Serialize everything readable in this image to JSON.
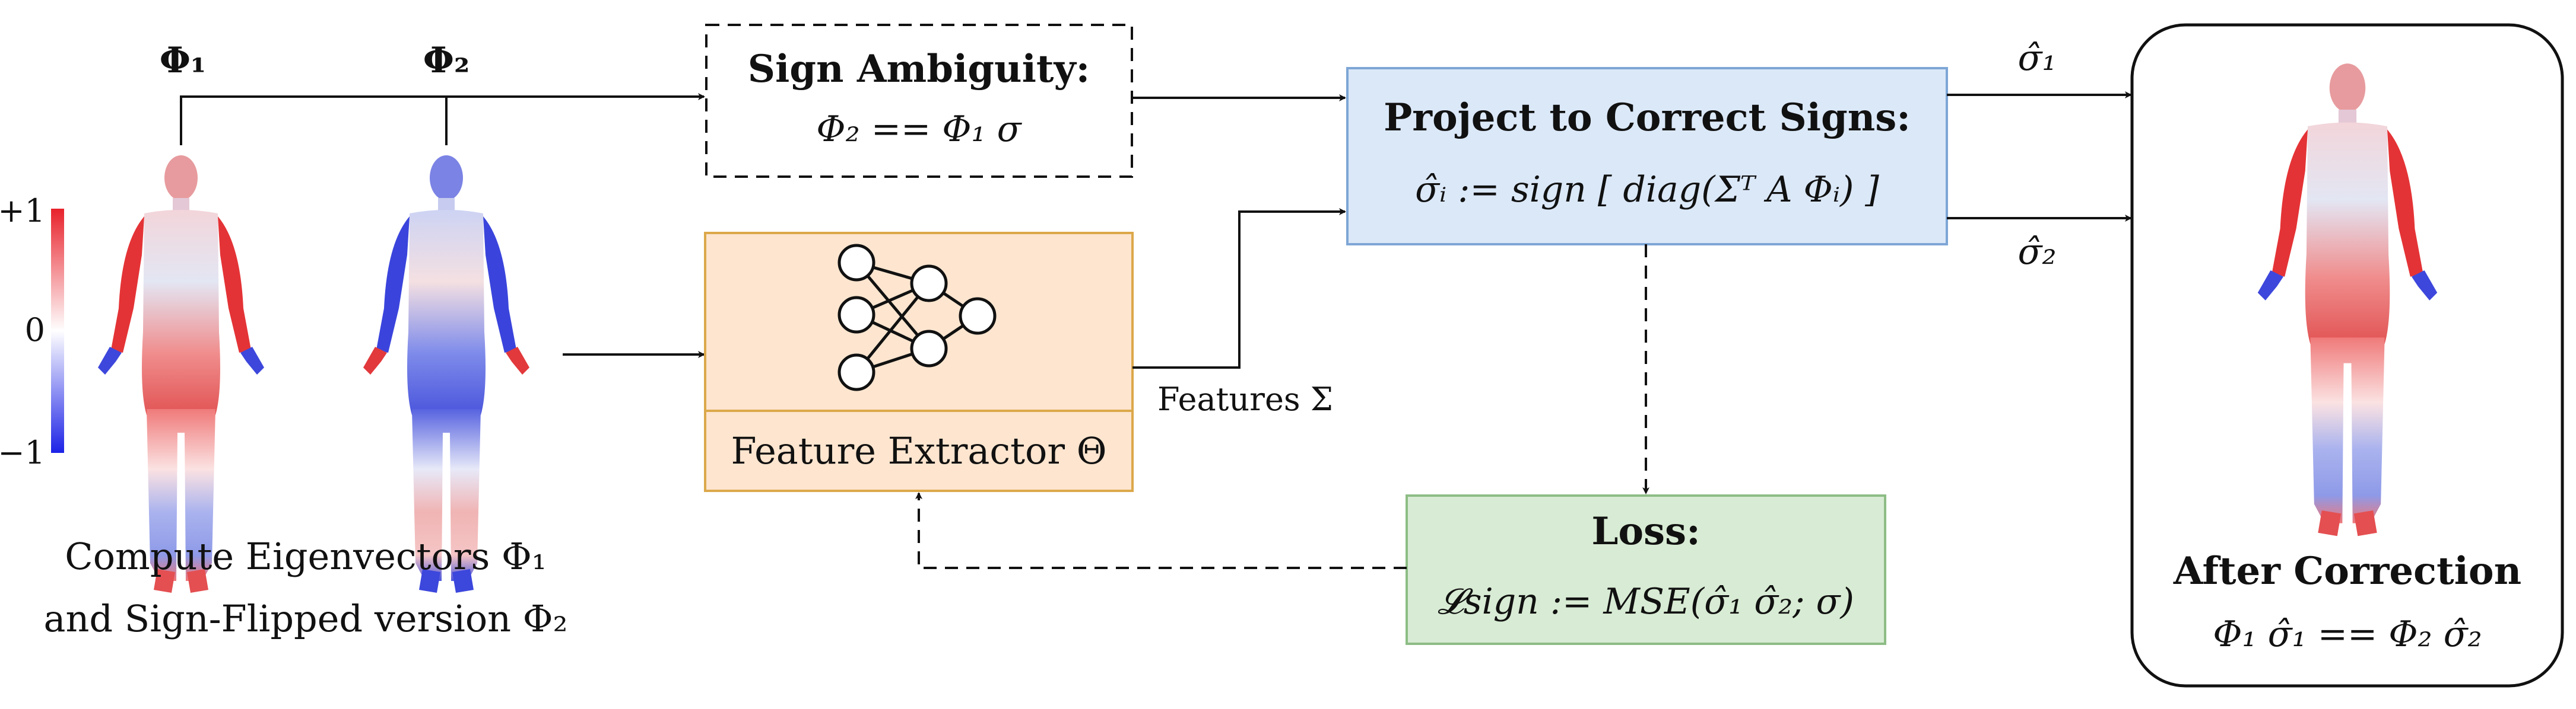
{
  "colorbar": {
    "max_label": "+1",
    "mid_label": "0",
    "min_label": "−1",
    "colors": {
      "high": "#e8222b",
      "mid": "#ffffff",
      "low": "#1c22e6"
    }
  },
  "eigen": {
    "phi1_label": "Φ₁",
    "phi2_label": "Φ₂",
    "caption_line1": "Compute Eigenvectors Φ₁",
    "caption_line2": "and Sign-Flipped version Φ₂"
  },
  "sign_ambiguity": {
    "title": "Sign Ambiguity:",
    "formula": "Φ₂ == Φ₁ σ"
  },
  "feature_extractor": {
    "label": "Feature Extractor Θ",
    "icon": "neural-network-icon",
    "colors": {
      "fill": "#fde5cf",
      "border": "#dca84a"
    }
  },
  "features_label": "Features Σ",
  "project": {
    "title": "Project to Correct Signs:",
    "formula": "σ̂ᵢ := sign [ diag(Σᵀ A Φᵢ) ]",
    "colors": {
      "fill": "#dbe8f8",
      "border": "#7ea6d6"
    }
  },
  "loss": {
    "title": "Loss:",
    "formula": "𝓛sign := MSE(σ̂₁ σ̂₂; σ)",
    "colors": {
      "fill": "#d8ebd4",
      "border": "#8dbd85"
    }
  },
  "outputs": {
    "sigma1": "σ̂₁",
    "sigma2": "σ̂₂"
  },
  "after": {
    "title": "After Correction",
    "formula": "Φ₁ σ̂₁ == Φ₂ σ̂₂"
  }
}
